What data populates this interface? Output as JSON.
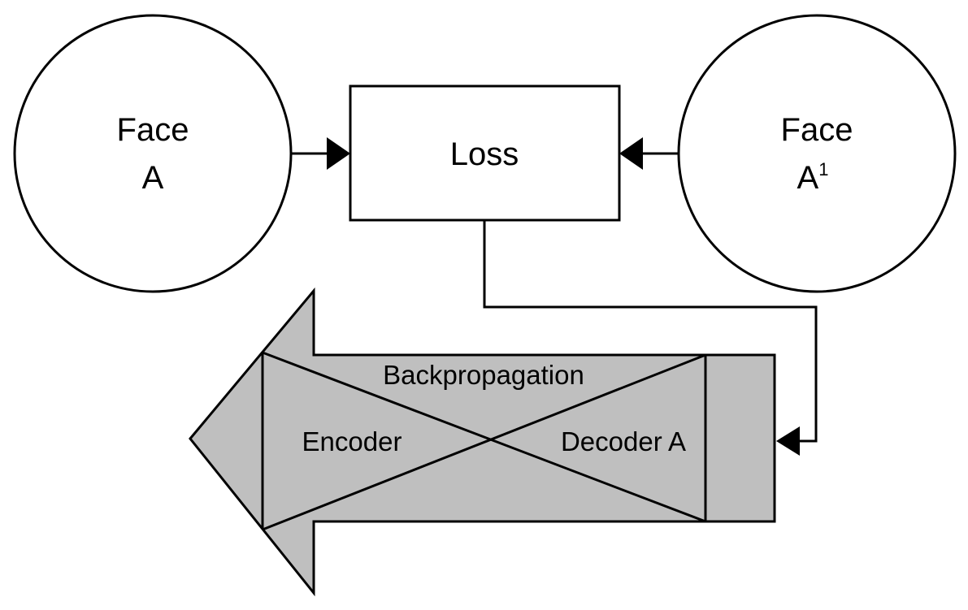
{
  "diagram": {
    "face_a": {
      "line1": "Face",
      "line2": "A"
    },
    "face_a_prime": {
      "line1": "Face",
      "line2": "A",
      "superscript": "1"
    },
    "loss": {
      "label": "Loss"
    },
    "arrow": {
      "backprop_label": "Backpropagation",
      "encoder_label": "Encoder",
      "decoder_label": "Decoder A"
    },
    "colors": {
      "stroke": "#000000",
      "arrow_fill": "#bfbfbf",
      "background": "#ffffff"
    }
  }
}
